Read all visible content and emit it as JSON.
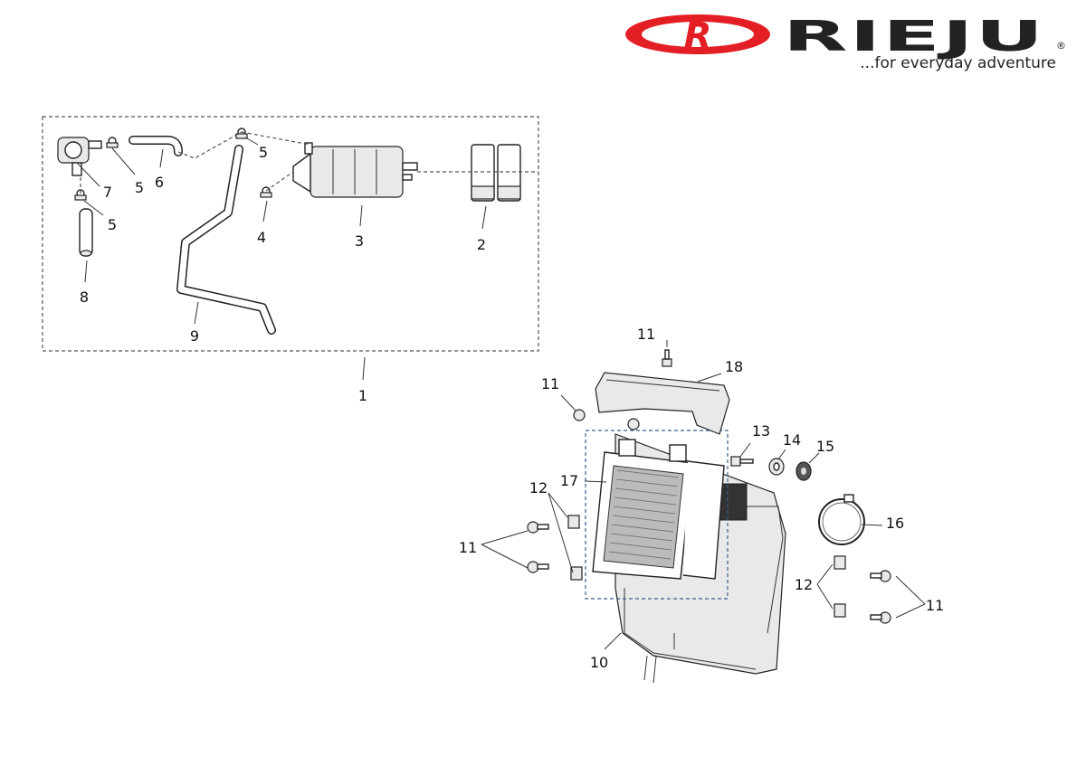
{
  "brand": {
    "name": "RIEJU",
    "tagline": "...for everyday adventure",
    "logo_mark": "R",
    "registered_mark": "®",
    "colors": {
      "red": "#e31e24",
      "dark": "#222222"
    }
  },
  "callouts": {
    "c1": "1",
    "c2": "2",
    "c3": "3",
    "c4": "4",
    "c5a": "5",
    "c5b": "5",
    "c5c": "5",
    "c6": "6",
    "c7": "7",
    "c8": "8",
    "c9": "9",
    "c10": "10",
    "c11a": "11",
    "c11b": "11",
    "c11c": "11",
    "c11d": "11",
    "c12a": "12",
    "c12b": "12",
    "c13": "13",
    "c14": "14",
    "c15": "15",
    "c16": "16",
    "c17": "17",
    "c18": "18"
  }
}
